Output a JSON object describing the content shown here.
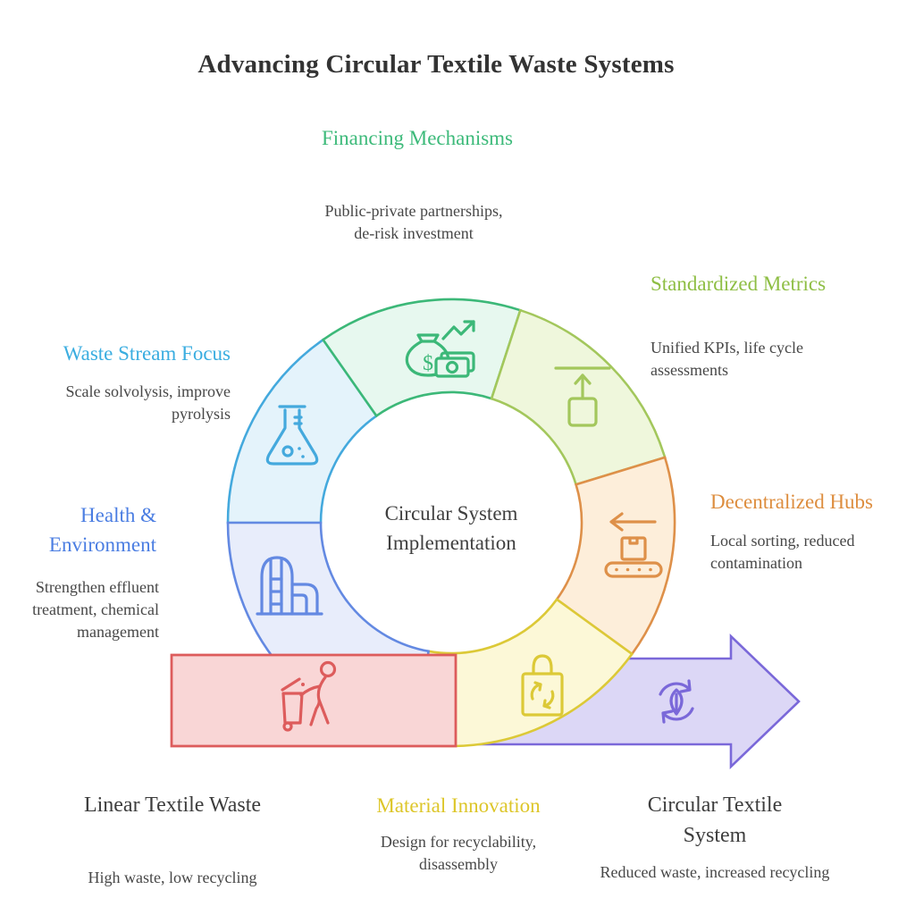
{
  "title": "Advancing Circular Textile Waste Systems",
  "center": {
    "label": "Circular System Implementation"
  },
  "sections": {
    "financing": {
      "title": "Financing Mechanisms",
      "desc": "Public-private partnerships, de-risk investment",
      "color": "#3dba7a"
    },
    "metrics": {
      "title": "Standardized Metrics",
      "desc": "Unified KPIs, life cycle assessments",
      "color": "#8ebe44"
    },
    "hubs": {
      "title": "Decentralized Hubs",
      "desc": "Local sorting, reduced contamination",
      "color": "#dd8d3e"
    },
    "material": {
      "title": "Material Innovation",
      "desc": "Design for recyclability, disassembly",
      "color": "#ddc629"
    },
    "health": {
      "title": "Health & Environment",
      "desc": "Strengthen effluent treatment, chemical management",
      "color": "#4a7de2"
    },
    "waste_stream": {
      "title": "Waste Stream Focus",
      "desc": "Scale solvolysis, improve pyrolysis",
      "color": "#3aade0"
    },
    "linear": {
      "title": "Linear Textile Waste",
      "desc": "High waste, low recycling",
      "color": "#3d3d3d"
    },
    "circular": {
      "title": "Circular Textile System",
      "desc": "Reduced waste, increased recycling",
      "color": "#3d3d3d"
    }
  },
  "colors": {
    "financing": {
      "stroke": "#3cb878",
      "fill": "#e7f8ef"
    },
    "metrics": {
      "stroke": "#a3c75c",
      "fill": "#eff7dc"
    },
    "hubs": {
      "stroke": "#de9049",
      "fill": "#fdeeda"
    },
    "material": {
      "stroke": "#dcc937",
      "fill": "#fcf8d7"
    },
    "health": {
      "stroke": "#6389e2",
      "fill": "#e8edfb"
    },
    "waste_stream": {
      "stroke": "#44a9dd",
      "fill": "#e4f3fb"
    },
    "linear": {
      "stroke": "#dd5c5c",
      "fill": "#f9d6d6"
    },
    "circular": {
      "stroke": "#7a68d9",
      "fill": "#dcd7f6"
    }
  },
  "icons": {
    "dollar_glyph": "$",
    "financing": "money-bag-growth-icon",
    "metrics": "benchmark-upload-icon",
    "hubs": "conveyor-return-icon",
    "material": "bag-recycle-icon",
    "health": "treatment-silo-icon",
    "waste_stream": "chemistry-flask-icon",
    "linear": "person-discarding-waste-icon",
    "circular": "leaf-recycle-loop-icon"
  }
}
